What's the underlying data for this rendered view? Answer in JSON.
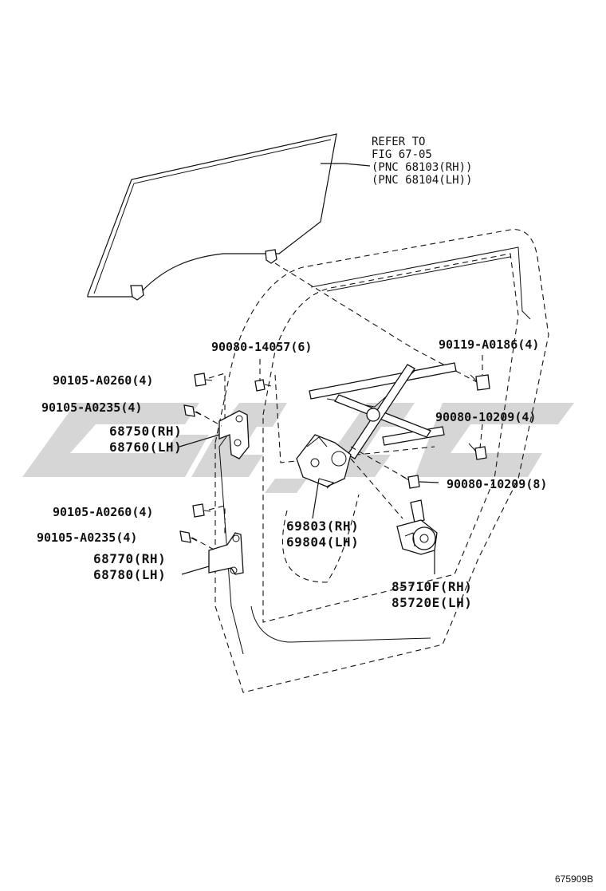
{
  "refer": {
    "line1": "REFER TO",
    "line2": "FIG 67-05",
    "line3": "(PNC 68103(RH))",
    "line4": "(PNC 68104(LH))"
  },
  "labels": {
    "bolt_90080_14057": "90080-14057(6)",
    "bolt_90119_a0186": "90119-A0186(4)",
    "bolt_90105_a0260_upper": "90105-A0260(4)",
    "bolt_90105_a0235_upper": "90105-A0235(4)",
    "hinge_upper_rh": "68750(RH)",
    "hinge_upper_lh": "68760(LH)",
    "bolt_90080_10209_4": "90080-10209(4)",
    "bolt_90080_10209_8": "90080-10209(8)",
    "bolt_90105_a0260_lower": "90105-A0260(4)",
    "bolt_90105_a0235_lower": "90105-A0235(4)",
    "regulator_rh": "69803(RH)",
    "regulator_lh": "69804(LH)",
    "hinge_lower_rh": "68770(RH)",
    "hinge_lower_lh": "68780(LH)",
    "motor_rh": "85710F(RH)",
    "motor_lh": "85720E(LH)"
  },
  "diagram_code": "675909B",
  "colors": {
    "ink": "#111111",
    "watermark": "#cfcfcf"
  }
}
